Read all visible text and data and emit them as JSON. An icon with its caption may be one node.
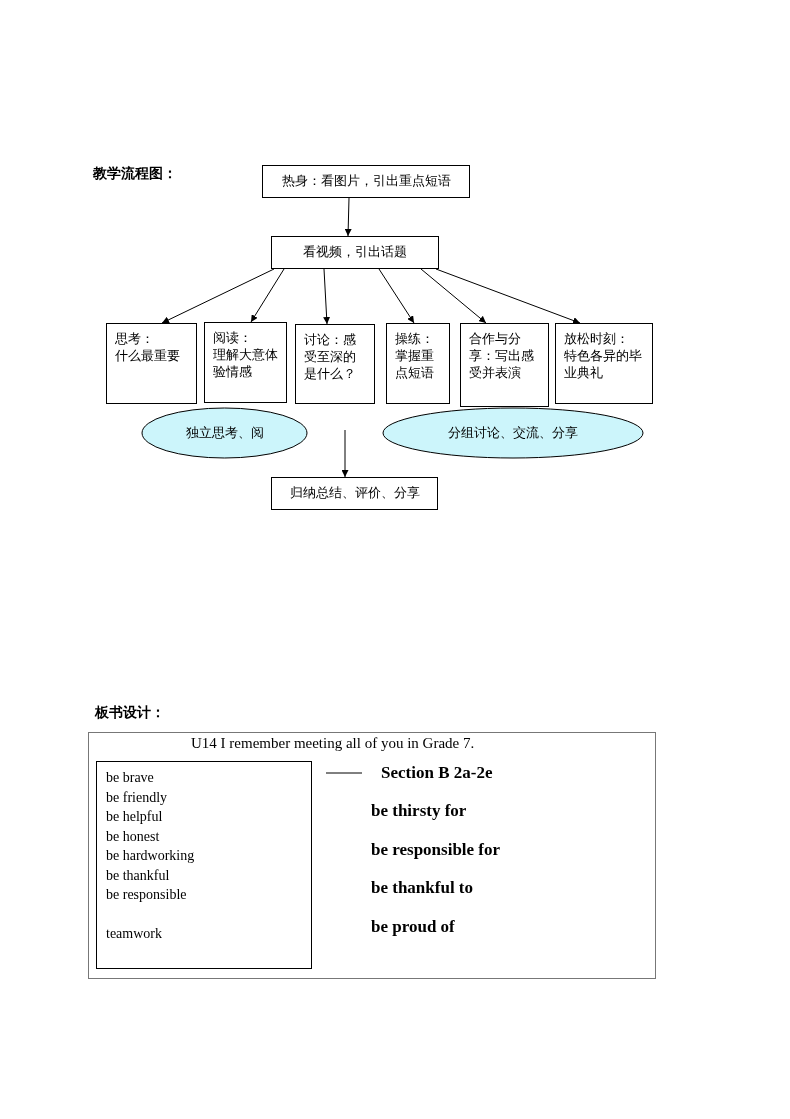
{
  "diagram": {
    "nodes": [
      {
        "text": [
          "热身：看图片，引出重点短语"
        ]
      },
      {
        "text": [
          "看视频，引出话题"
        ]
      },
      {
        "text": [
          "思考：",
          "什么最重要"
        ]
      },
      {
        "text": [
          "阅读：",
          "理解大意体验情感"
        ]
      },
      {
        "text": [
          "讨论：感受至深的是什么？"
        ]
      },
      {
        "text": [
          "操练：掌握重点短语"
        ]
      },
      {
        "text": [
          "合作与分享：写出感受并表演"
        ]
      },
      {
        "text": [
          "放松时刻：",
          "特色各异的毕业典礼"
        ]
      },
      {
        "text": [
          "独立思考、阅"
        ]
      },
      {
        "text": [
          "分组讨论、交流、分享"
        ]
      },
      {
        "text": [
          "归纳总结、评价、分享"
        ]
      },
      {
        "text": [
          "U14 I remember meeting all of you in Grade 7.",
          "Section B 2a-2e",
          "be thirsty for",
          "be responsible for",
          "be thankful to",
          "be proud of"
        ]
      },
      {
        "text": [
          "be brave",
          "be friendly",
          "be helpful",
          "be honest",
          "be hardworking",
          "be thankful",
          "be responsible",
          "teamwork"
        ],
        "in": 11
      }
    ],
    "edges": [
      {
        "from": 0,
        "to": 1,
        "arrow": "to"
      },
      {
        "from": 1,
        "to": 2,
        "arrow": "to"
      },
      {
        "from": 1,
        "to": 3,
        "arrow": "to"
      },
      {
        "from": 1,
        "to": 4,
        "arrow": "to"
      },
      {
        "from": 1,
        "to": 5,
        "arrow": "to"
      },
      {
        "from": 1,
        "to": 6,
        "arrow": "to"
      },
      {
        "from": 1,
        "to": 7,
        "arrow": "to"
      },
      {
        "from": null,
        "to": 10,
        "arrow": "to"
      }
    ],
    "labels": [
      "教学流程图：",
      "板书设计："
    ]
  }
}
